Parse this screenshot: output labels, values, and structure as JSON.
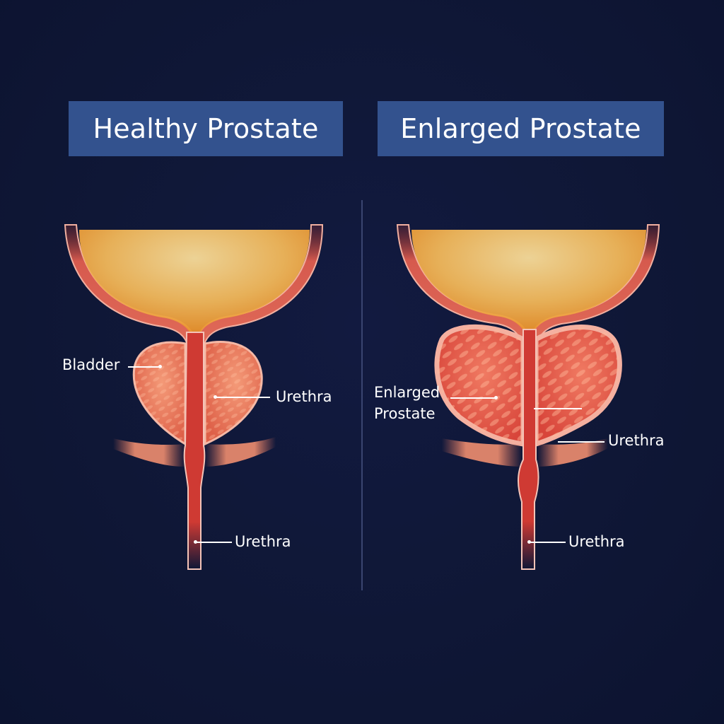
{
  "panels": {
    "left": {
      "title": "Healthy Prostate",
      "labels": {
        "bladder": "Bladder",
        "urethra_prostate": "Urethra",
        "urethra_lower": "Urethra"
      }
    },
    "right": {
      "title": "Enlarged Prostate",
      "labels": {
        "enlarged_prostate_line1": "Enlarged",
        "enlarged_prostate_line2": "Prostate",
        "urethra_sphincter": "Urethra",
        "urethra_lower": "Urethra"
      }
    }
  },
  "colors": {
    "background": "#0f1736",
    "title_box": "#33528e",
    "title_text": "#ffffff",
    "bladder_fill": "#f5c46a",
    "bladder_wall": "#d8544a",
    "prostate_fill": "#ec7a5e",
    "urethra": "#c9302c",
    "divider": "#3a4570"
  }
}
